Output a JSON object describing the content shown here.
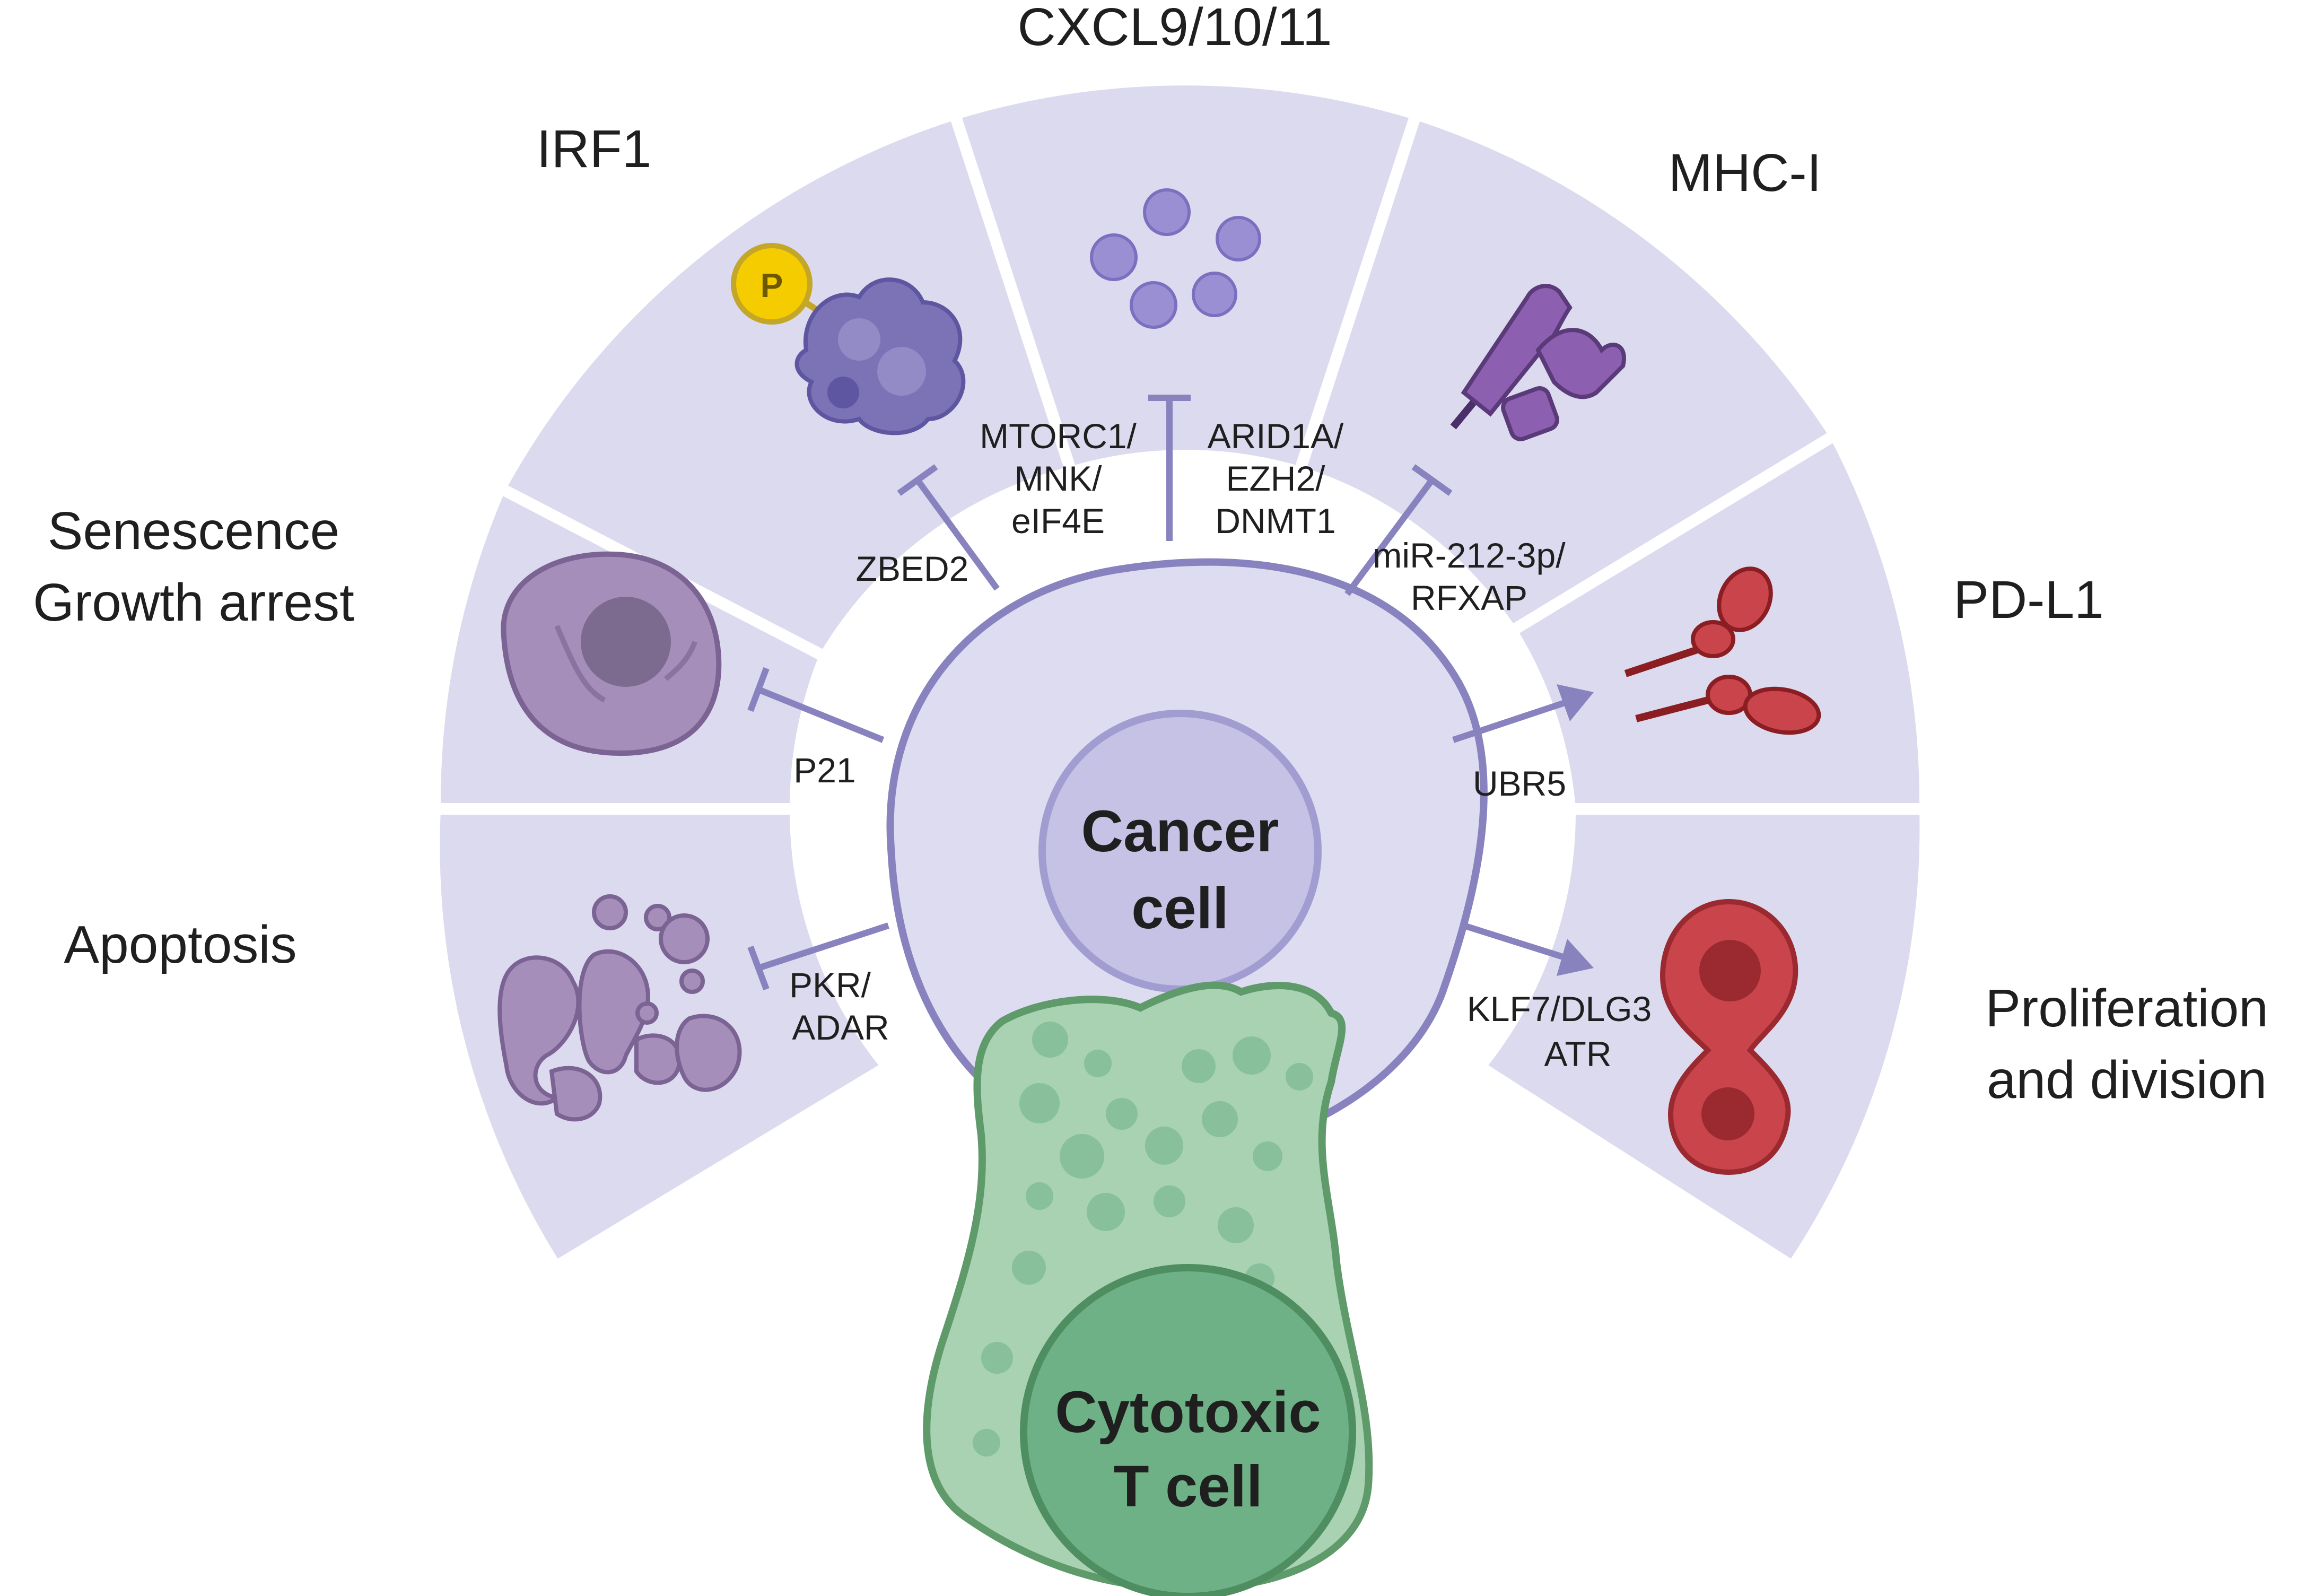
{
  "outcomes": {
    "cxcl": "CXCL9/10/11",
    "irf1": "IRF1",
    "mhc": "MHC-I",
    "senescence_line1": "Senescence",
    "senescence_line2": "Growth arrest",
    "pdl1": "PD-L1",
    "apoptosis": "Apoptosis",
    "prolif_line1": "Proliferation",
    "prolif_line2": "and division"
  },
  "regulators": {
    "mtorc_line1": "MTORC1/",
    "mtorc_line2": "MNK/",
    "mtorc_line3": "eIF4E",
    "arid_line1": "ARID1A/",
    "arid_line2": "EZH2/",
    "arid_line3": "DNMT1",
    "zbed2": "ZBED2",
    "mir_line1": "miR-212-3p/",
    "mir_line2": "RFXAP",
    "p21": "P21",
    "ubr5": "UBR5",
    "pkr_line1": "PKR/",
    "pkr_line2": "ADAR",
    "klf_line1": "KLF7/DLG3",
    "klf_line2": "ATR"
  },
  "cells": {
    "cancer_line1": "Cancer",
    "cancer_line2": "cell",
    "tcell_line1": "Cytotoxic",
    "tcell_line2": "T cell"
  },
  "icons": {
    "phospho_letter": "P"
  },
  "colors": {
    "sector_fill": "#dcdaee",
    "cancer_cell": "#dedcf1",
    "cancer_nucleus": "#c6c2e6",
    "tcell_body": "#a8d2b2",
    "tcell_nucleus": "#6fb186",
    "arrow": "#8883bf",
    "pdl1_red": "#c9454b"
  }
}
